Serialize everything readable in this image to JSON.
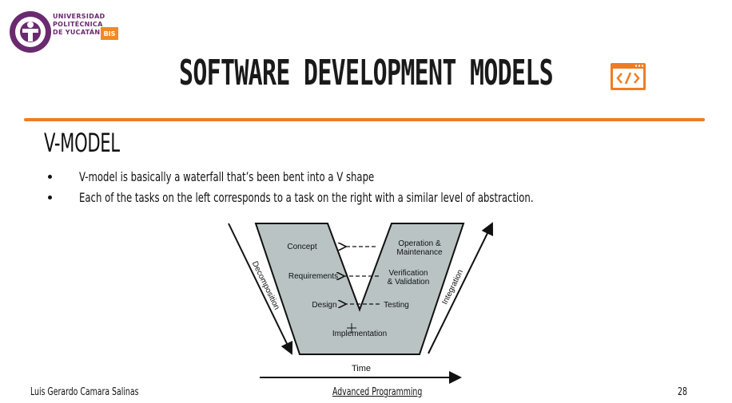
{
  "logo": {
    "university_lines": [
      "UNIVERSIDAD",
      "POLITÉCNICA",
      "DE YUCATÁN"
    ],
    "badge": "BIS"
  },
  "title": "SOFTWARE DEVELOPMENT MODELS",
  "subtitle": "V-MODEL",
  "bullets": [
    "V-model is basically a waterfall that’s been bent into a V shape",
    "Each of the tasks on the left corresponds to a task on the right with a similar level of abstraction."
  ],
  "diagram": {
    "left_stages": [
      "Concept",
      "Requirements",
      "Design"
    ],
    "right_stages": [
      "Operation &",
      "Maintenance",
      "Verification",
      "& Validation",
      "Testing"
    ],
    "bottom_stage": "Implementation",
    "left_axis": "Decomposition",
    "right_axis": "Integration",
    "bottom_axis": "Time"
  },
  "footer": {
    "author": "Luis Gerardo Camara Salinas",
    "course": "Advanced Programming",
    "page": "28"
  },
  "colors": {
    "accent": "#f07c22",
    "brand": "#6b2a6f",
    "v_fill": "#b9c3c4"
  }
}
